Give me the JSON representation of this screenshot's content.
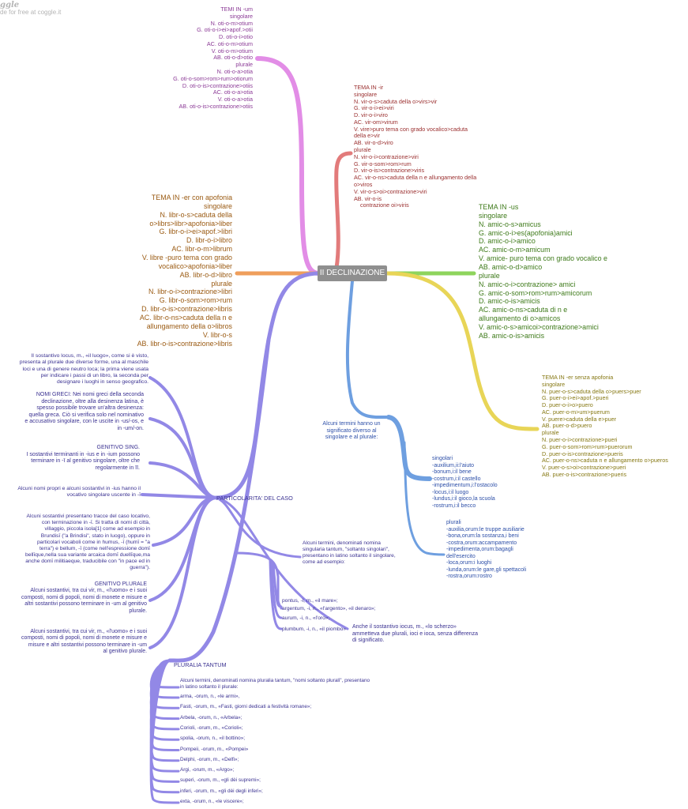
{
  "watermark": {
    "logo": "ggle",
    "text": "de for free at coggle.it"
  },
  "center": "II DECLINAZIONE",
  "colors": {
    "pink": "#e28de6",
    "red": "#e27b7b",
    "orange": "#ef9e5b",
    "green": "#8ed45c",
    "yellow": "#e8d557",
    "blue": "#6e9fe0",
    "purple": "#9288e6",
    "t_pink": "#8b3a96",
    "t_red": "#9a2e2e",
    "t_orange": "#9a5a12",
    "t_green": "#3e7a1a",
    "t_yellow": "#867813",
    "t_blue": "#2d4fa8",
    "t_purple": "#3a3191"
  },
  "nodes": {
    "temi_um": "TEMI IN -um\nsingolare\nN. oti-o-m>otium\nG. oti-o-i>ei>apof.>otii\nD. oti-o-i>otio\nAC. oti-o-m>otium\nV. oti-o-m>otium\nAB. oti-o-d>otio\nplurale\nN. oti-o-a>otia\nG. oti-o-som>rom>rum>otiorum\nD. oti-o-is>contrazione>otiis\nAC. oti-o-a>otia\nV. oti-o-a>otia\nAB. oti-o-is>contrazione>otiis",
    "tema_ir": "TEMA IN -ir\nsingolare\nN. vir-o-s>caduta della o>virs>vir\nG. vir-o-i>ei>viri\nD. vir-o-i>viro\nAC. vir-om>virum\nV. vire>puro tema con grado vocalico>caduta\ndella e>vir\nAB. vir-o-d>viro\nplurale\nN. vir-o-i>contrazione>viri\nG. vir-o-som>rom>rum\nD. vir-o-is>contrazione>viris\nAC. vir-o-ns>caduta della n e allungamento della\no>viros\nV. vir-o-s>oi>contrazione>viri\nAB. vir-o-is\n    contrazione oi>viris",
    "tema_er_apof": "TEMA IN -er con apofonia\nsingolare\nN. libr-o-s>caduta della\no>librs>libr>apofonia>liber\nG. libr-o-i>ei>apof.>libri\nD. libr-o-i>libro\nAC. libr-o-m>librum\nV. libre -puro tema con grado\nvocalico>apofonia>liber\nAB. libr-o-d>libro\nplurale\nN. libr-o-i>contrazione>libri\nG. libr-o-som>rom>rum\nD. libr-o-is>contrazione>libris\nAC. libr-o-ns>caduta della n e\nallungamento della o>libros\nV. libr-o-s\nAB. libr-o-is>contrazione>libris",
    "tema_us": "TEMA IN -us\nsingolare\nN. amic-o-s>amicus\nG. amic-o-i>es(apofonia)amici\nD. amic-o-i>amico\nAC. amic-o-m>amicum\nV. amice- puro tema con grado vocalico e\nAB. amic-o-d>amico\nplurale\nN. amic-o-i>contrazione> amici\nG. amic-o-som>rom>rum>amicorum\nD. amic-o-is>amicis\nAC. amic-o-ns>caduta di n e\nallungamento di o>amicos\nV. amic-o-s>amicoi>contrazione>amici\nAB. amic-o-is>amicis",
    "tema_er_senza": "TEMA IN -er senza apofonia\nsingolare\nN. puer-o-s>caduta della o>puers>puer\nG. puer-o-i>ei>apof.>pueri\nD. puer-o-i>o>puero\nAC. puer-o-m>um>puerum\nV. puere>caduta della e>puer\nAB. puer-o-d>puero\nplurale\nN. puer-o-i>contrazione>pueri\nG. puer-o-som>rom>rum>puerorum\nD. puer-o-is>contrazione>pueris\nAC. puer-o-ns>caduta n e allungamento o>pueros\nV. puer-o-s>oi>contrazione>pueri\nAB. puer-o-is>contrazione>pueris",
    "alcuni_termini": "Alcuni termini hanno un\nsignificato diverso al\nsingolare e al plurale:",
    "singolari": "singolari\n-auxilium,ii:l'aiuto\n-bonum,i:il bene\n-costrum,i:il castello\n-impedimentum,i:l'ostacolo\n-locus,i:il luogo\n-lundus,i:il gioco,la scuola\n-rostrum,i:il becco",
    "plurali": "plurali\n-auxilia,orum:le truppe ausiliarie\n-bona,orum:la sostanza,i beni\n-costra,orum:accampamento\n-impedimenta,orum:bagagli\ndell'esercito\n-loca,orum:i luoghi\n-lunda,orum:le gare,gli spettacoli\n-rostra,orum:rostro",
    "particolarita": "PARTICOLARITA' DEL CASO",
    "locus": "Il sostantivo locus, m., «il luogo», come si è visto,\npresenta al plurale due diverse forme, una al maschile\nloci e una di genere neutro loca; la prima viene usata\nper indicare i passi di un libro, la seconda per\ndesignare i luoghi in senso geografico.",
    "nomi_greci": "NOMI GRECI: Nei nomi greci della seconda\ndeclinazione, oltre alla desinenza latina, è\nspesso possibile trovare un'altra desinenza:\nquella greca. Ciò si verifica solo nel nominativo\ne accusativo singolare, con le uscite in -us/-os, e\nin -um/-on.",
    "genitivo_sing": "GENITIVO SING.\nI sostantivi terminanti in -ius e in -ium possono\nterminare in -ī al genitivo singolare, oltre che\nregolarmente in īī.",
    "nomi_propri": "Alcuni nomi propri e alcuni sostantivi in -ius hanno il\nvocativo singolare uscente in -ī",
    "locativo": "Alcuni sostantivi presentano tracce del caso locativo,\ncon terminazione in -ī. Si tratta di nomi di città,\nvillaggio, piccola isola[1] come ad esempio in\nBrundisī (\"a Brindisi\", stato in luogo), oppure in\nparticolari vocaboli come in humus, -ī (humī = \"a\nterra\") e bellum, -ī (come nell'espressione domī\nbellīque,nella sua variante arcaica domī duellīque,ma\nanche domī militiaeque, traducibile con \"in pace ed in\nguerra\").",
    "genitivo_plur": "GENITIVO PLURALE\nAlcuni sostantivi, tra cui vir, m., «l'uomo» e i suoi\ncomposti, nomi di popoli, nomi di monete e misure e\naltri sostantivi possono terminare in -um al genitivo\nplurale.",
    "genitivo_plur2": "Alcuni sostantivi, tra cui vir, m., «l'uomo» e i suoi\ncomposti, nomi di popoli, nomi di monete e misure e\nmisure e altri sostantivi possono terminare in -um\nal genitivo plurale.",
    "singularia": "Alcuni termini, denominati nomina\nsingularia tantum, \"soltanto singolari\",\npresentano in latino soltanto il singolare,\ncome ad esempio:",
    "sing_items": [
      "pontus, -i, m., «il mare»;",
      "argentum, -i, n., «l'argento», «il denaro»;",
      "aurum, -i, n., «l'oro»;",
      "plumbum, -i, n., «il piombo»"
    ],
    "iocus": "Anche il sostantivo iocus, m., «lo scherzo»\nammetteva due plurali, ioci e ioca, senza differenza\ndi significato.",
    "pluralia": "PLURALIA TANTUM",
    "pluralia_intro": "Alcuni termini, denominati nomina pluralia tantum, \"nomi soltanto plurali\", presentano\nin latino soltanto il plurale:",
    "plur_items": [
      "arma, -orum, n., «le armi»,",
      "Fasti, -orum, m., «Fasti, giorni dedicati a festività romane»;",
      "Arbela, -orum, n., «Arbela»;",
      "Corioli, -orum, m., «Corioli»;",
      "spolia, -orum, n., «il bottino»;",
      "Pompeii, -orum, m., «Pompei»",
      "Delphi, -orum, m., «Delfi»;",
      "Argi, -orum, m., «Argo»;",
      "superi, -orum, m., «gli dèi supremi»;",
      "inferi, -orum, m., «gli dèi degli inferi»;",
      "exta, -orum, n., «le viscere»;"
    ]
  }
}
